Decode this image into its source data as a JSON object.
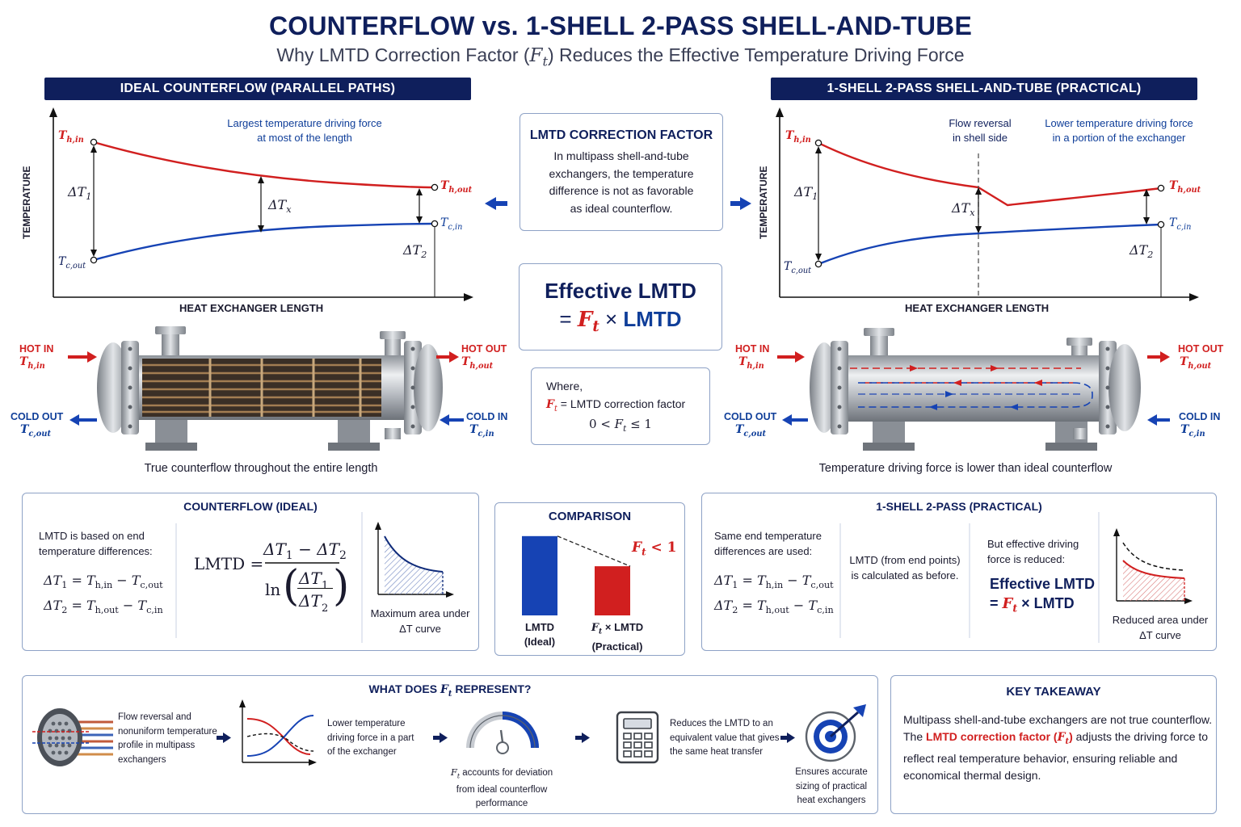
{
  "header": {
    "title": "COUNTERFLOW vs. 1-SHELL 2-PASS SHELL-AND-TUBE",
    "subtitle_pre": "Why LMTD Correction Factor (",
    "subtitle_sym": "F",
    "subtitle_sub": "t",
    "subtitle_post": ") Reduces the Effective Temperature Driving Force"
  },
  "left_panel": {
    "banner": "IDEAL COUNTERFLOW (PARALLEL PATHS)",
    "y_axis": "TEMPERATURE",
    "x_axis": "HEAT EXCHANGER LENGTH",
    "note_line1": "Largest temperature driving force",
    "note_line2": "at most of the length",
    "th_in": "T",
    "th_in_sub": "h,in",
    "th_out": "T",
    "th_out_sub": "h,out",
    "tc_in": "T",
    "tc_in_sub": "c,in",
    "tc_out": "T",
    "tc_out_sub": "c,out",
    "dt1": "ΔT",
    "dt1_sub": "1",
    "dtx": "ΔT",
    "dtx_sub": "x",
    "dt2": "ΔT",
    "dt2_sub": "2",
    "hot_in": "HOT IN",
    "hot_in_sym": "T",
    "hot_in_sub": "h,in",
    "hot_out": "HOT OUT",
    "hot_out_sym": "T",
    "hot_out_sub": "h,out",
    "cold_out": "COLD OUT",
    "cold_out_sym": "T",
    "cold_out_sub": "c,out",
    "cold_in": "COLD IN",
    "cold_in_sym": "T",
    "cold_in_sub": "c,in",
    "caption": "True counterflow throughout the entire length"
  },
  "right_panel": {
    "banner": "1-SHELL 2-PASS SHELL-AND-TUBE (PRACTICAL)",
    "y_axis": "TEMPERATURE",
    "x_axis": "HEAT EXCHANGER LENGTH",
    "note1_line1": "Flow reversal",
    "note1_line2": "in shell side",
    "note2_line1": "Lower temperature driving force",
    "note2_line2": "in a portion of the exchanger",
    "th_in": "T",
    "th_in_sub": "h,in",
    "th_out": "T",
    "th_out_sub": "h,out",
    "tc_in": "T",
    "tc_in_sub": "c,in",
    "tc_out": "T",
    "tc_out_sub": "c,out",
    "dt1": "ΔT",
    "dt1_sub": "1",
    "dtx": "ΔT",
    "dtx_sub": "x",
    "dt2": "ΔT",
    "dt2_sub": "2",
    "hot_in": "HOT IN",
    "hot_in_sym": "T",
    "hot_in_sub": "h,in",
    "hot_out": "HOT OUT",
    "hot_out_sym": "T",
    "hot_out_sub": "h,out",
    "cold_out": "COLD OUT",
    "cold_out_sym": "T",
    "cold_out_sub": "c,out",
    "cold_in": "COLD IN",
    "cold_in_sym": "T",
    "cold_in_sub": "c,in",
    "caption": "Temperature driving force is lower than ideal counterflow"
  },
  "center": {
    "correction_title": "LMTD CORRECTION FACTOR",
    "correction_l1": "In multipass shell-and-tube",
    "correction_l2": "exchangers, the temperature",
    "correction_l3": "difference is not as favorable",
    "correction_l4": "as ideal counterflow.",
    "eff_title": "Effective LMTD",
    "eff_eq": "=",
    "eff_f": "F",
    "eff_fsub": "t",
    "eff_times": "×",
    "eff_lmtd": "LMTD",
    "where": "Where,",
    "where_f": "F",
    "where_fsub": "t",
    "where_def": " = LMTD correction factor",
    "where_range_pre": "0 < ",
    "where_range_f": "F",
    "where_range_fsub": "t",
    "where_range_post": " ≤ 1"
  },
  "counterflow_box": {
    "title": "COUNTERFLOW (IDEAL)",
    "intro_l1": "LMTD is based on end",
    "intro_l2": "temperature differences:",
    "eq1_lhs": "ΔT",
    "eq1_lhs_sub": "1",
    "eq1_a": "T",
    "eq1_a_sub": "h,in",
    "eq1_b": "T",
    "eq1_b_sub": "c,out",
    "eq2_lhs": "ΔT",
    "eq2_lhs_sub": "2",
    "eq2_a": "T",
    "eq2_a_sub": "h,out",
    "eq2_b": "T",
    "eq2_b_sub": "c,in",
    "formula_lhs": "LMTD =",
    "num": "ΔT",
    "num_sub1": "1",
    "num_minus": " − ",
    "num_sub2": "2",
    "den_ln": "ln",
    "mini_caption_l1": "Maximum area under",
    "mini_caption_l2": "ΔT curve"
  },
  "comparison": {
    "title": "COMPARISON",
    "ft_label": "F",
    "ft_sub": "t",
    "ft_rel": " < 1",
    "bar1_l1": "LMTD",
    "bar1_l2": "(Ideal)",
    "bar2_f": "F",
    "bar2_fsub": "t",
    "bar2_l1": " × LMTD",
    "bar2_l2": "(Practical)"
  },
  "chart_data": {
    "type": "bar",
    "categories": [
      "LMTD (Ideal)",
      "Ft × LMTD (Practical)"
    ],
    "values": [
      1.0,
      0.62
    ],
    "colors": [
      "#1643b4",
      "#d11f1f"
    ],
    "ylim": [
      0,
      1.1
    ]
  },
  "practical_box": {
    "title": "1-SHELL 2-PASS (PRACTICAL)",
    "intro_l1": "Same end temperature",
    "intro_l2": "differences are used:",
    "mid_l1": "LMTD (from end points)",
    "mid_l2": "is calculated as before.",
    "right_l1": "But effective driving",
    "right_l2": "force is reduced:",
    "eff_title": "Effective LMTD",
    "eff_eq": "=",
    "eff_f": "F",
    "eff_fsub": "t",
    "eff_rest": " × LMTD",
    "mini_caption_l1": "Reduced area under",
    "mini_caption_l2": "ΔT curve"
  },
  "ft_represent": {
    "title_pre": "WHAT DOES ",
    "title_f": "F",
    "title_fsub": "t",
    "title_post": " REPRESENT?",
    "step1_l1": "Flow reversal and",
    "step1_l2": "nonuniform temperature",
    "step1_l3": "profile in multipass",
    "step1_l4": "exchangers",
    "step2_l1": "Lower temperature",
    "step2_l2": "driving force in a part",
    "step2_l3": "of the exchanger",
    "step3_f": "F",
    "step3_fsub": "t",
    "step3_l1": " accounts for deviation",
    "step3_l2": "from ideal counterflow",
    "step3_l3": "performance",
    "step4_l1": "Reduces the LMTD to an",
    "step4_l2": "equivalent value that gives",
    "step4_l3": "the same heat transfer",
    "step5_l1": "Ensures accurate",
    "step5_l2": "sizing of practical",
    "step5_l3": "heat exchangers"
  },
  "takeaway": {
    "title": "KEY TAKEAWAY",
    "l1": "Multipass shell-and-tube exchangers are not true counterflow.",
    "l2_pre": "The ",
    "l2_hl": "LMTD correction factor (",
    "l2_hl_f": "F",
    "l2_hl_fsub": "t",
    "l2_hl_post": ")",
    "l2_post": " adjusts the driving force to",
    "l3": "reflect real temperature behavior, ensuring reliable and",
    "l4": "economical thermal design."
  },
  "colors": {
    "navy": "#0f1f5c",
    "hot": "#d11f1f",
    "cold": "#0f3e99",
    "border": "#8ea2c6"
  }
}
